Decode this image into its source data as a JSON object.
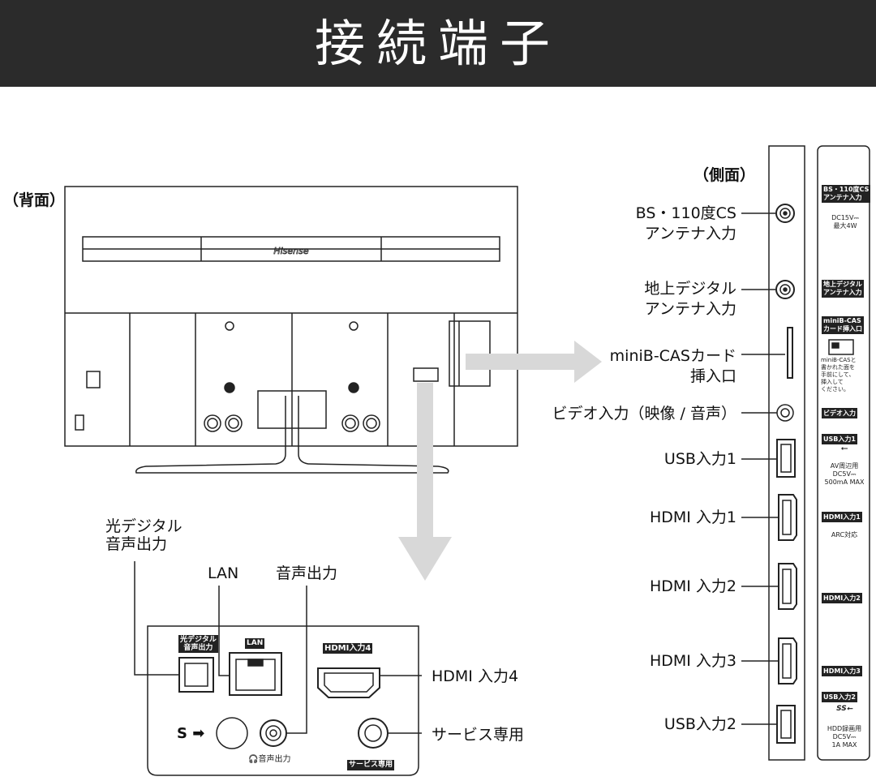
{
  "header": {
    "title": "接続端子"
  },
  "rear": {
    "label": "（背面）",
    "brand": "Hisense",
    "callouts": {
      "optical": [
        "光デジタル",
        "音声出力"
      ],
      "lan": "LAN",
      "audio_out": "音声出力",
      "hdmi4": "HDMI 入力4",
      "service": "サービス専用"
    },
    "panel_tags": {
      "optical": [
        "光デジタル",
        "音声出力"
      ],
      "lan": "LAN",
      "hdmi4": "HDMI入力4",
      "audio_out": "音声出力",
      "service": "サービス専用"
    },
    "s_label": "S ➡"
  },
  "side": {
    "label": "（側面）",
    "callouts": {
      "bs": [
        "BS・110度CS",
        "アンテナ入力"
      ],
      "terrestrial": [
        "地上デジタル",
        "アンテナ入力"
      ],
      "bcas": [
        "miniB-CASカード",
        "挿入口"
      ],
      "video": "ビデオ入力（映像 / 音声）",
      "usb1": "USB入力1",
      "hdmi1": "HDMI 入力1",
      "hdmi2": "HDMI 入力2",
      "hdmi3": "HDMI 入力3",
      "usb2": "USB入力2"
    },
    "panel_tags": {
      "bs": [
        "BS・110度CS",
        "アンテナ入力"
      ],
      "bs_note": [
        "DC15V⎓",
        "最大4W"
      ],
      "terrestrial": [
        "地上デジタル",
        "アンテナ入力"
      ],
      "bcas": [
        "miniB-CAS",
        "カード挿入口"
      ],
      "bcas_note": [
        "miniB-CASと",
        "書かれた面を",
        "手前にして、",
        "挿入して",
        "ください。"
      ],
      "video": "ビデオ入力",
      "usb1": "USB入力1",
      "usb1_note": [
        "AV周辺用",
        "DC5V⎓",
        "500mA MAX"
      ],
      "hdmi1": "HDMI入力1",
      "hdmi1_note": "ARC対応",
      "hdmi2": "HDMI入力2",
      "hdmi3": "HDMI入力3",
      "usb2": "USB入力2",
      "usb2_note": [
        "HDD録画用",
        "DC5V⎓",
        "1A MAX"
      ]
    }
  }
}
